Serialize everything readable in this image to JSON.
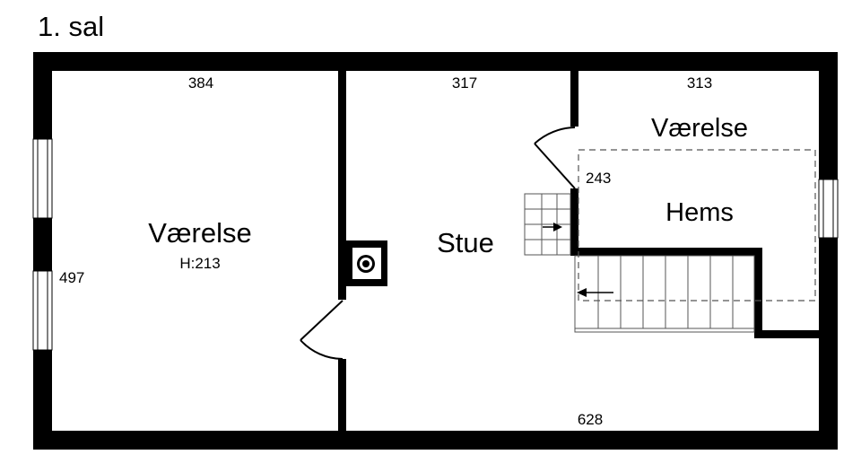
{
  "floor_title": "1. sal",
  "rooms": [
    {
      "name": "Værelse",
      "subtitle": "H:213"
    },
    {
      "name": "Stue"
    },
    {
      "name": "Værelse"
    },
    {
      "name": "Hems"
    }
  ],
  "dimensions": [
    "384",
    "317",
    "313",
    "497",
    "243",
    "628"
  ],
  "colors": {
    "wall": "#000000",
    "background": "#ffffff",
    "dashed_outline": "#555555"
  },
  "icons": [
    "chimney-icon",
    "stair-direction-arrow-icon"
  ]
}
